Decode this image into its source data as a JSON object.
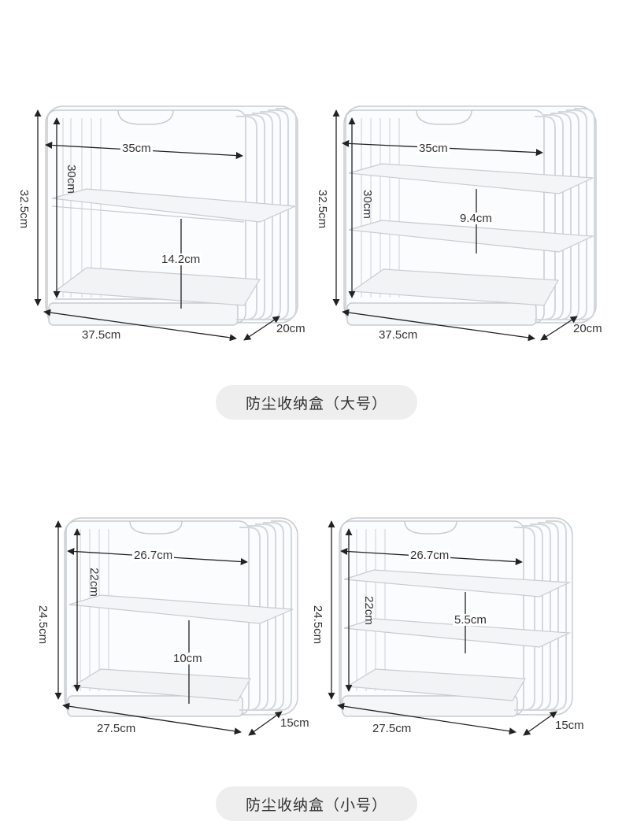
{
  "sections": {
    "large": {
      "caption": "防尘收纳盒（大号）",
      "two_tier": {
        "width": "35cm",
        "inner_height": "30cm",
        "total_height": "32.5cm",
        "shelf_gap": "14.2cm",
        "length": "37.5cm",
        "depth": "20cm"
      },
      "three_tier": {
        "width": "35cm",
        "inner_height": "30cm",
        "total_height": "32.5cm",
        "shelf_gap": "9.4cm",
        "length": "37.5cm",
        "depth": "20cm"
      }
    },
    "small": {
      "caption": "防尘收纳盒（小号）",
      "two_tier": {
        "width": "26.7cm",
        "inner_height": "22cm",
        "total_height": "24.5cm",
        "shelf_gap": "10cm",
        "length": "27.5cm",
        "depth": "15cm"
      },
      "three_tier": {
        "width": "26.7cm",
        "inner_height": "22cm",
        "total_height": "24.5cm",
        "shelf_gap": "5.5cm",
        "length": "27.5cm",
        "depth": "15cm"
      }
    }
  },
  "colors": {
    "caption_bg": "#eeeeee",
    "box_line": "#c8ccd0",
    "arrow": "#222222"
  }
}
